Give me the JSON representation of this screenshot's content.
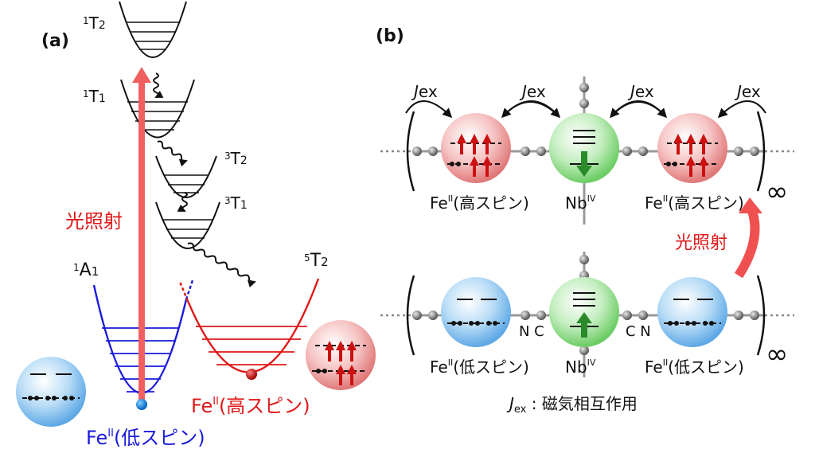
{
  "panel_a": {
    "label": "(a)",
    "states": {
      "t2_singlet": {
        "sup": "1",
        "main": "T",
        "sub": "2"
      },
      "t1_singlet": {
        "sup": "1",
        "main": "T",
        "sub": "1"
      },
      "t2_triplet": {
        "sup": "3",
        "main": "T",
        "sub": "2"
      },
      "t1_triplet": {
        "sup": "3",
        "main": "T",
        "sub": "1"
      },
      "a1_singlet": {
        "sup": "1",
        "main": "A",
        "sub": "1"
      },
      "t2_quintet": {
        "sup": "5",
        "main": "T",
        "sub": "2"
      }
    },
    "light_label": "光照射",
    "low_spin": {
      "base": "Fe",
      "sup": "II",
      "rest": "(低スピン)"
    },
    "high_spin": {
      "base": "Fe",
      "sup": "II",
      "rest": "(高スピン)"
    }
  },
  "panel_b": {
    "label": "(b)",
    "jex": {
      "J": "J",
      "ex": "ex"
    },
    "top_row": [
      {
        "base": "Fe",
        "sup": "II",
        "rest": "(高スピン)"
      },
      {
        "base": "Nb",
        "sup": "IV",
        "rest": ""
      },
      {
        "base": "Fe",
        "sup": "II",
        "rest": "(高スピン)"
      }
    ],
    "bottom_row": [
      {
        "base": "Fe",
        "sup": "II",
        "rest": "(低スピン)"
      },
      {
        "base": "Nb",
        "sup": "IV",
        "rest": ""
      },
      {
        "base": "Fe",
        "sup": "II",
        "rest": "(低スピン)"
      }
    ],
    "nc_label": "N C",
    "cn_label": "C N",
    "infinity": "∞",
    "light_label": "光照射",
    "footnote": {
      "J": "J",
      "ex": "ex",
      "rest": " : 磁気相互作用"
    }
  },
  "colors": {
    "low_spin_blue": "#1a1adc",
    "high_spin_red": "#e01818",
    "excitation_red": "#f06060",
    "nb_green": "#3aa03a",
    "spin_arrow_red": "#cc1010"
  }
}
